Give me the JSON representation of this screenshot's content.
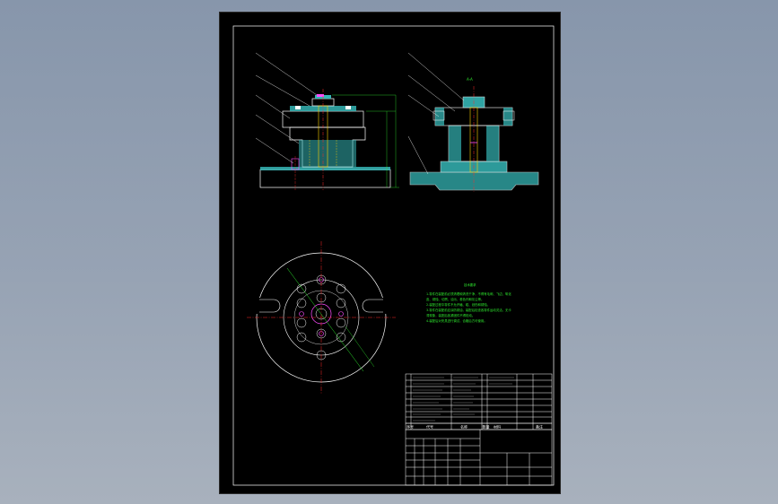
{
  "section_label": "A-A",
  "tech_notes": {
    "title": "技术要求",
    "lines": [
      "1.零件在装配前必须清理和清洗干净，不得有毛刺、飞边、氧化",
      "皮、锈蚀、切屑、油污、着色剂和灰尘等。",
      "2.装配过程中零件不允许磕、碰、划伤和锈蚀。",
      "3.零件在装配前应涂防锈油，装配后检查各零件运动灵活，无卡",
      "滞现象，装配后各紧固件不得松动。",
      "4.装配后对夹具进行调试，合格后方可使用。"
    ]
  },
  "title_block": {
    "header_row": [
      "序号",
      "代号",
      "名称",
      "数量",
      "材料",
      "备注"
    ]
  },
  "colors": {
    "outline": "#ffffff",
    "hatch": "#35b5b5",
    "dimension": "#2ee82e",
    "center": "#ff2a2a",
    "hidden": "#ffd200",
    "highlight": "#ff4dff",
    "background": "#000000"
  }
}
